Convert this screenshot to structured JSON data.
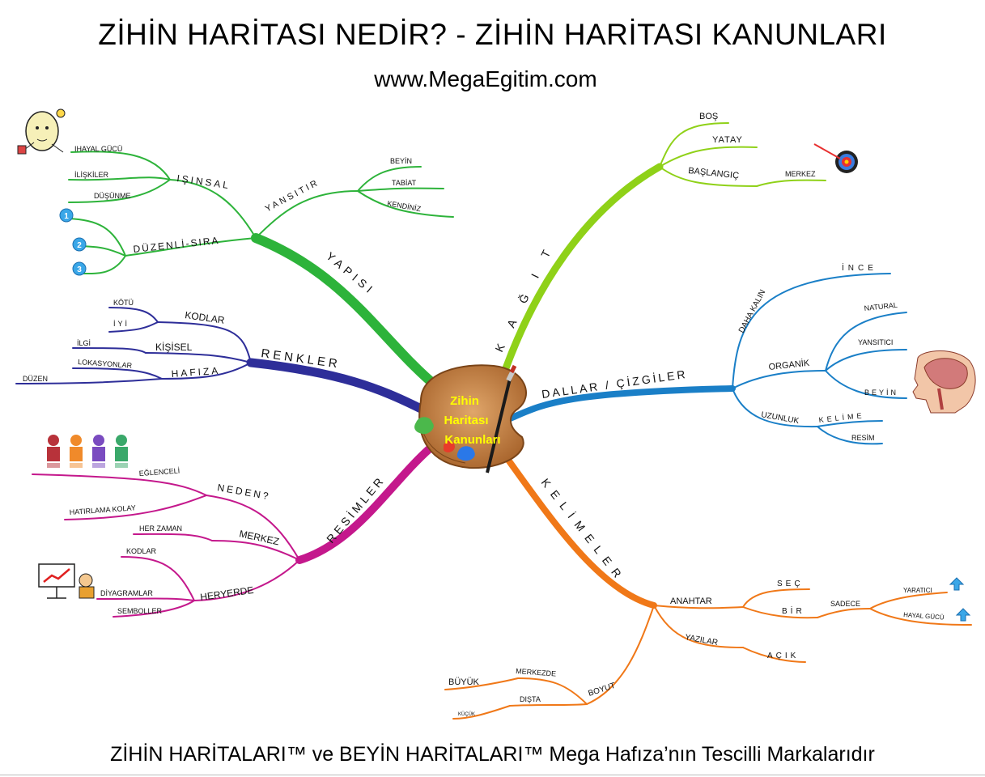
{
  "header": {
    "title": "ZİHİN HARİTASI NEDİR? - ZİHİN HARİTASI KANUNLARI",
    "subtitle": "www.MegaEgitim.com"
  },
  "center": {
    "line1": "Zihin",
    "line2": "Haritası",
    "line3": "Kanunları"
  },
  "branches": {
    "yapisi": {
      "label": "YAPISI",
      "color": "#2db33a",
      "isinsal": "IŞINSAL",
      "hayal": "IHAYAL GÜCÜ",
      "iliskiler": "İLİŞKİLER",
      "dusunme": "DÜŞÜNME",
      "yansitir": "YANSITIR",
      "beyin": "BEYİN",
      "tabiat": "TABİAT",
      "kendiniz": "KENDİNİZ",
      "duzenli": "DÜZENLİ-SIRA",
      "n1": "1",
      "n2": "2",
      "n3": "3"
    },
    "renkler": {
      "label": "RENKLER",
      "color": "#2e2e99",
      "kodlar": "KODLAR",
      "kotu": "KÖTÜ",
      "iyi": "İYİ",
      "kisisel": "KİŞİSEL",
      "ilgi": "İLGİ",
      "hafiza": "HAFIZA",
      "lokasyonlar": "LOKASYONLAR",
      "duzen": "DÜZEN"
    },
    "resimler": {
      "label": "RESİMLER",
      "color": "#c4188c",
      "neden": "NEDEN?",
      "eglenceli": "EĞLENCELİ",
      "hatirlama": "HATIRLAMA KOLAY",
      "merkez": "MERKEZ",
      "herzaman": "HER ZAMAN",
      "heryerde": "HERYERDE",
      "kodlar": "KODLAR",
      "diyagramlar": "DİYAGRAMLAR",
      "semboller": "SEMBOLLER"
    },
    "kagit": {
      "label": "KAĞIT",
      "color": "#8fd118",
      "bos": "BOŞ",
      "yatay": "YATAY",
      "baslangic": "BAŞLANGIÇ",
      "merkez": "MERKEZ"
    },
    "dallar": {
      "label": "DALLAR / ÇİZGİLER",
      "color": "#1a7fc7",
      "dahakalin": "DAHA KALIN",
      "ince": "İNCE",
      "organik": "ORGANİK",
      "natural": "NATURAL",
      "yansitici": "YANSITICI",
      "beyin": "BEYİN",
      "uzunluk": "UZUNLUK",
      "kelime": "KELİME",
      "resim": "RESİM"
    },
    "kelimeler": {
      "label": "KELİMELER",
      "color": "#f07818",
      "anahtar": "ANAHTAR",
      "sec": "SEÇ",
      "bir": "BİR",
      "sadece": "SADECE",
      "yaratici": "YARATICI",
      "hayalgucu": "HAYAL GÜCÜ",
      "yazilar": "YAZILAR",
      "acik": "AÇIK",
      "boyut": "BOYUT",
      "merkezde": "MERKEZDE",
      "buyuk": "BÜYÜK",
      "dista": "DIŞTA",
      "kucuk": "KÜÇÜK"
    }
  },
  "footer": {
    "text": "ZİHİN HARİTALARI™ ve BEYİN HARİTALARI™ Mega Hafıza’nın Tescilli Markalarıdır"
  }
}
